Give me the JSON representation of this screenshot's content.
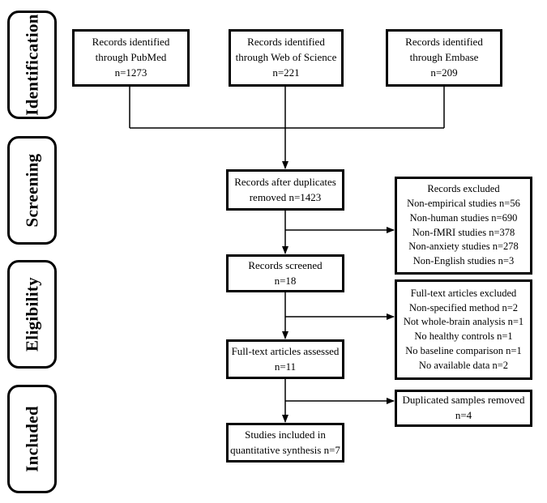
{
  "stages": {
    "identification": "Identification",
    "screening": "Screening",
    "eligibility": "Eligibility",
    "included": "Included"
  },
  "boxes": {
    "pubmed": {
      "lines": [
        "Records identified",
        "through PubMed",
        "n=1273"
      ]
    },
    "wos": {
      "lines": [
        "Records identified",
        "through Web of Science",
        "n=221"
      ]
    },
    "embase": {
      "lines": [
        "Records identified",
        "through Embase",
        "n=209"
      ]
    },
    "after_duplicates": {
      "lines": [
        "Records after duplicates",
        "removed n=1423"
      ]
    },
    "records_excluded": {
      "lines": [
        "Records excluded",
        "Non-empirical studies n=56",
        "Non-human studies n=690",
        "Non-fMRI studies n=378",
        "Non-anxiety studies n=278",
        "Non-English studies n=3"
      ]
    },
    "records_screened": {
      "lines": [
        "Records screened",
        "n=18"
      ]
    },
    "fulltext_excluded": {
      "lines": [
        "Full-text articles excluded",
        "Non-specified method n=2",
        "Not whole-brain analysis n=1",
        "No healthy controls n=1",
        "No baseline comparison n=1",
        "No available data n=2"
      ]
    },
    "fulltext_assessed": {
      "lines": [
        "Full-text articles assessed",
        "n=11"
      ]
    },
    "duplicated_samples": {
      "lines": [
        "Duplicated samples removed",
        "n=4"
      ]
    },
    "included_synthesis": {
      "lines": [
        "Studies included in",
        "quantitative synthesis n=7"
      ]
    }
  }
}
